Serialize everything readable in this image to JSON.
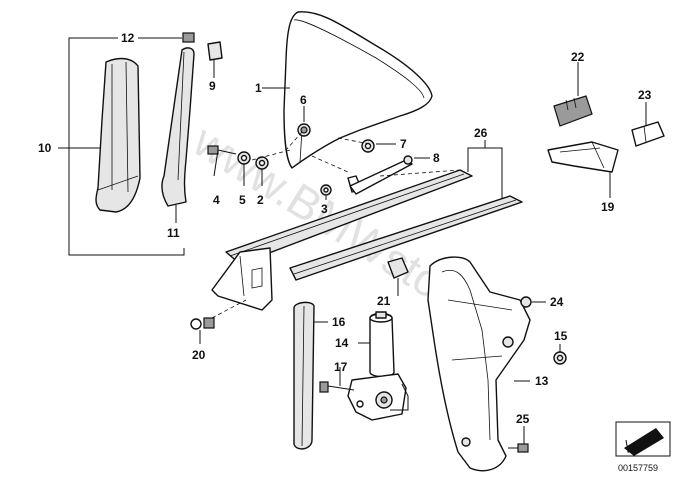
{
  "diagram_id": "00157759",
  "watermark": "www.BMWstore.ru",
  "callouts": {
    "c1": "1",
    "c2": "2",
    "c3": "3",
    "c4": "4",
    "c5": "5",
    "c6": "6",
    "c7": "7",
    "c8": "8",
    "c9": "9",
    "c10": "10",
    "c11": "11",
    "c12": "12",
    "c13": "13",
    "c14": "14",
    "c15": "15",
    "c16": "16",
    "c17": "17",
    "c19": "19",
    "c20": "20",
    "c21": "21",
    "c22": "22",
    "c23": "23",
    "c24": "24",
    "c25": "25",
    "c26": "26"
  }
}
